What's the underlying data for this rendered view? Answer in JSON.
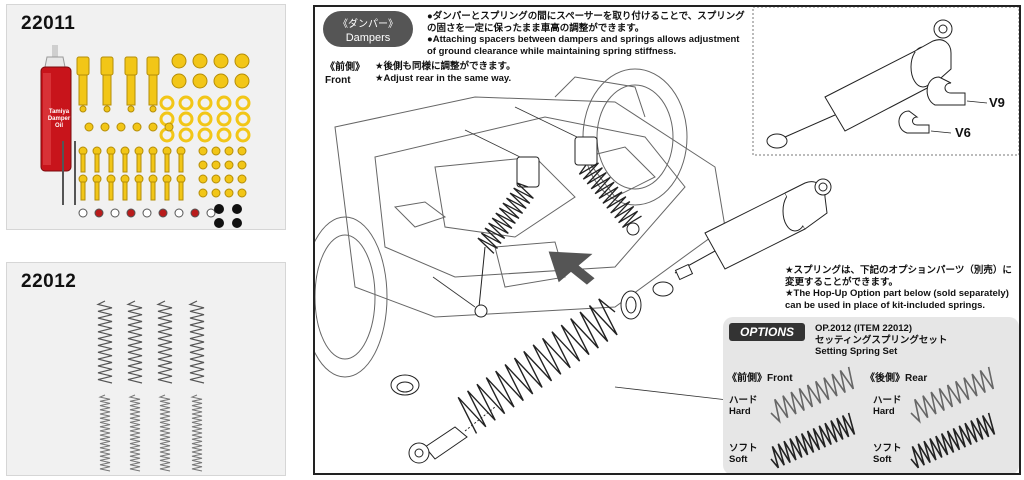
{
  "items": [
    {
      "code": "22011"
    },
    {
      "code": "22012"
    }
  ],
  "bottle_label": "Tamiya Damper Oil",
  "manual": {
    "section_jp": "《ダンパー》",
    "section_en": "Dampers",
    "note_jp_1": "●ダンパーとスプリングの間にスペーサーを取り付けることで、スプリング",
    "note_jp_2": "の固さを一定に保ったまま車高の調整ができます。",
    "note_en_1": "●Attaching spacers between dampers and springs allows adjustment",
    "note_en_2": "of ground clearance while maintaining spring stiffness.",
    "front_jp": "《前側》",
    "front_en": "Front",
    "front_note_jp": "★後側も同様に調整ができます。",
    "front_note_en": "★Adjust rear in the same way.",
    "callout_v9": "V9",
    "callout_v6": "V6",
    "spring_note_jp_1": "★スプリングは、下記のオプションパーツ（別売）に",
    "spring_note_jp_2": "変更することができます。",
    "spring_note_en_1": "★The Hop-Up Option part below (sold separately)",
    "spring_note_en_2": "can be used in place of kit-included springs.",
    "options": {
      "badge": "OPTIONS",
      "item_code": "OP.2012 (ITEM 22012)",
      "item_jp": "セッティングスプリングセット",
      "item_en": "Setting Spring Set",
      "front_head": "《前側》Front",
      "rear_head": "《後側》Rear",
      "hard_jp": "ハード",
      "hard_en": "Hard",
      "soft_jp": "ソフト",
      "soft_en": "Soft"
    }
  }
}
